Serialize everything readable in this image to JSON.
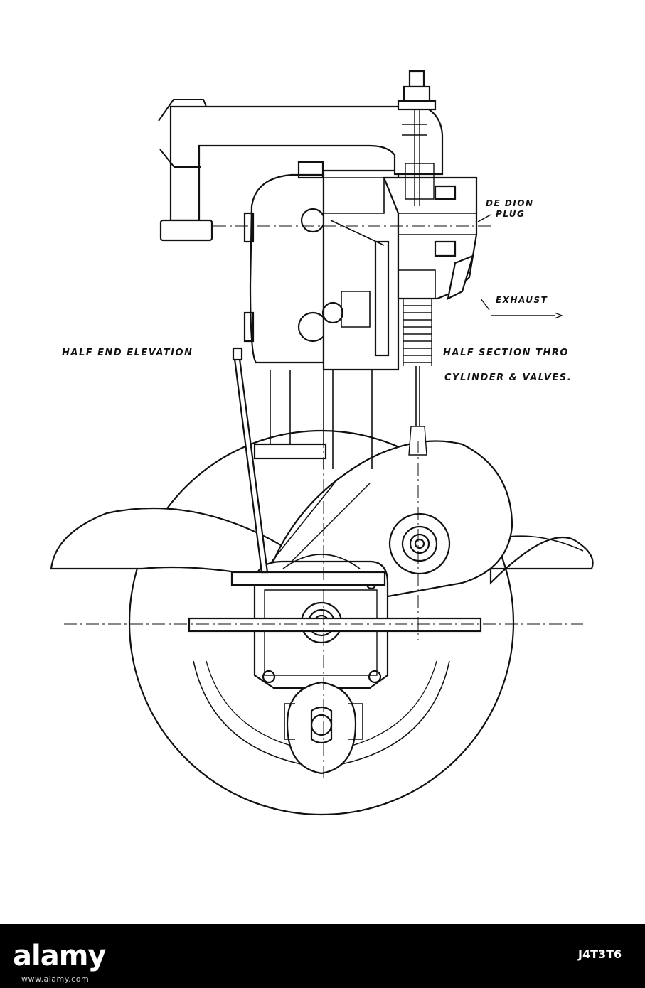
{
  "drawing": {
    "labels": {
      "de_dion_plug_line1": "DE DION",
      "de_dion_plug_line2": "PLUG",
      "exhaust": "EXHAUST",
      "half_end_elevation": "HALF END ELEVATION",
      "half_section_line1": "HALF SECTION THRO",
      "half_section_line2": "CYLINDER & VALVES."
    }
  },
  "footer": {
    "brand": "alamy",
    "brand_sub": "www.alamy.com",
    "image_id": "J4T3T6"
  },
  "colors": {
    "ink": "#111111",
    "paper": "#ffffff",
    "footer_bg": "#000000",
    "footer_text": "#ffffff"
  }
}
